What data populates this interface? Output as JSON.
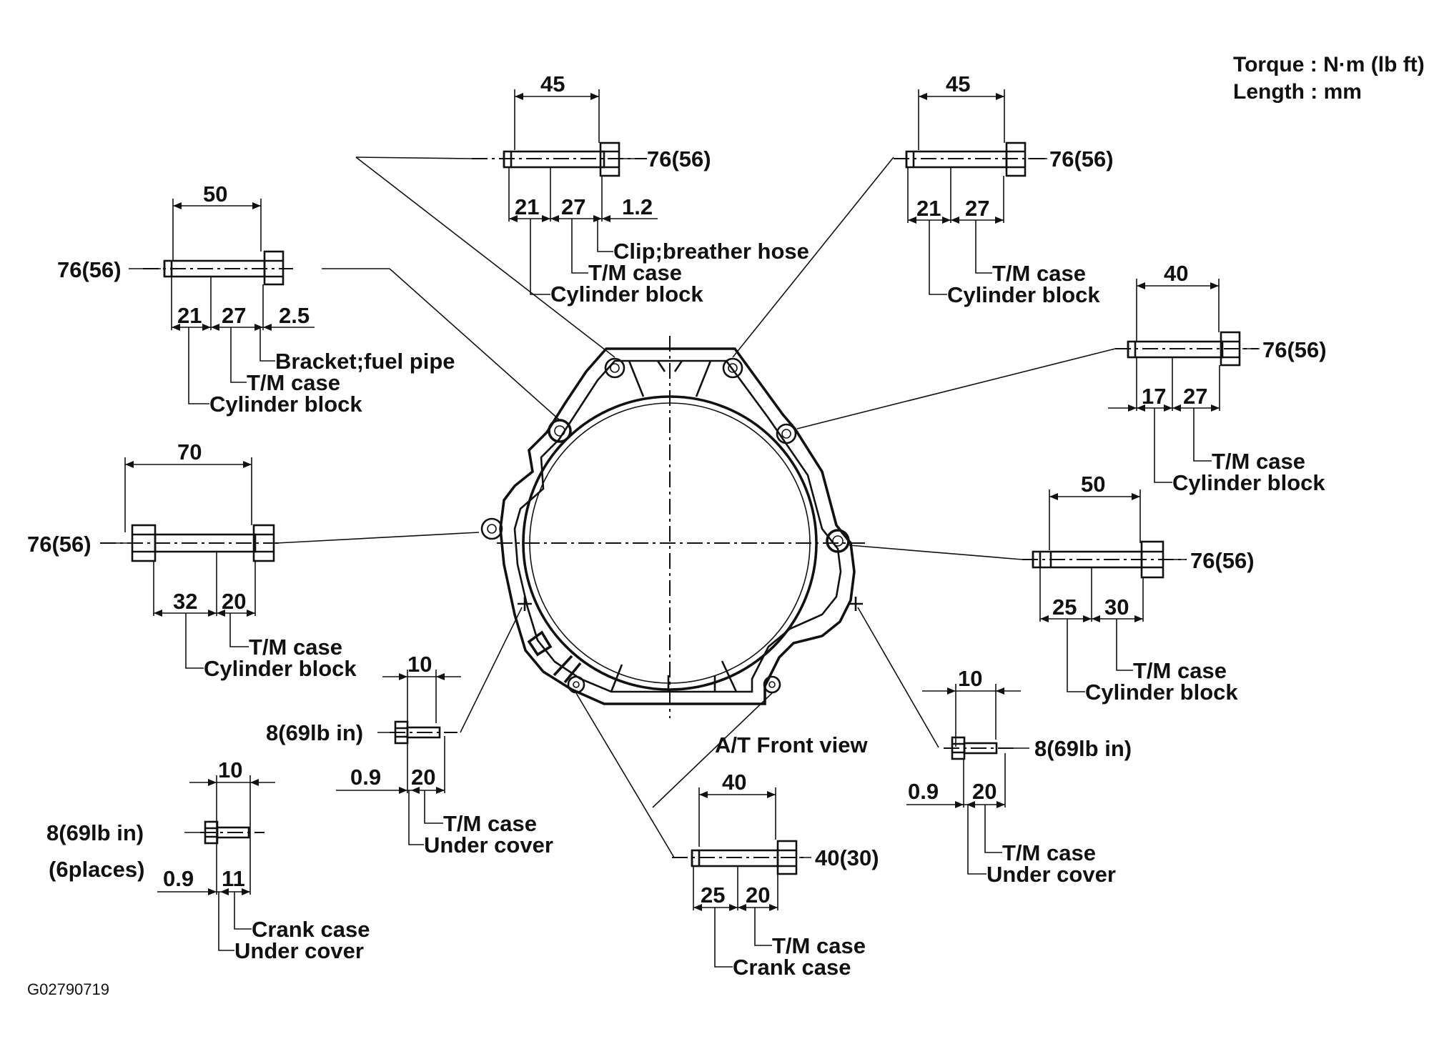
{
  "legend": {
    "torque": "Torque : N·m (lb ft)",
    "length": "Length : mm"
  },
  "figure_code": "G02790719",
  "center_label": "A/T Front view",
  "bolts": {
    "top_center": {
      "length": "45",
      "torque": "76(56)",
      "d1": "21",
      "d2": "27",
      "d3": "1.2",
      "n1": "Clip;breather hose",
      "n2": "T/M case",
      "n3": "Cylinder block"
    },
    "top_right": {
      "length": "45",
      "torque": "76(56)",
      "d1": "21",
      "d2": "27",
      "n1": "T/M case",
      "n2": "Cylinder block"
    },
    "upper_left": {
      "length": "50",
      "torque": "76(56)",
      "d1": "21",
      "d2": "27",
      "d3": "2.5",
      "n1": "Bracket;fuel pipe",
      "n2": "T/M case",
      "n3": "Cylinder block"
    },
    "right_upper": {
      "length": "40",
      "torque": "76(56)",
      "d1": "17",
      "d2": "27",
      "n1": "T/M case",
      "n2": "Cylinder block"
    },
    "left_middle": {
      "length": "70",
      "torque": "76(56)",
      "d1": "32",
      "d2": "20",
      "n1": "T/M case",
      "n2": "Cylinder block"
    },
    "right_middle": {
      "length": "50",
      "torque": "76(56)",
      "d1": "25",
      "d2": "30",
      "n1": "T/M case",
      "n2": "Cylinder block"
    },
    "lower_left": {
      "length": "10",
      "torque": "8(69lb in)",
      "d1": "0.9",
      "d2": "20",
      "n1": "T/M case",
      "n2": "Under cover"
    },
    "lower_right": {
      "length": "10",
      "torque": "8(69lb in)",
      "d1": "0.9",
      "d2": "20",
      "n1": "T/M case",
      "n2": "Under cover"
    },
    "bottom_left": {
      "length": "10",
      "torque": "8(69lb in)",
      "places": "(6places)",
      "d1": "0.9",
      "d2": "11",
      "n1": "Crank case",
      "n2": "Under cover"
    },
    "bottom_center": {
      "length": "40",
      "torque": "40(30)",
      "d1": "25",
      "d2": "20",
      "n1": "T/M case",
      "n2": "Crank case"
    }
  }
}
